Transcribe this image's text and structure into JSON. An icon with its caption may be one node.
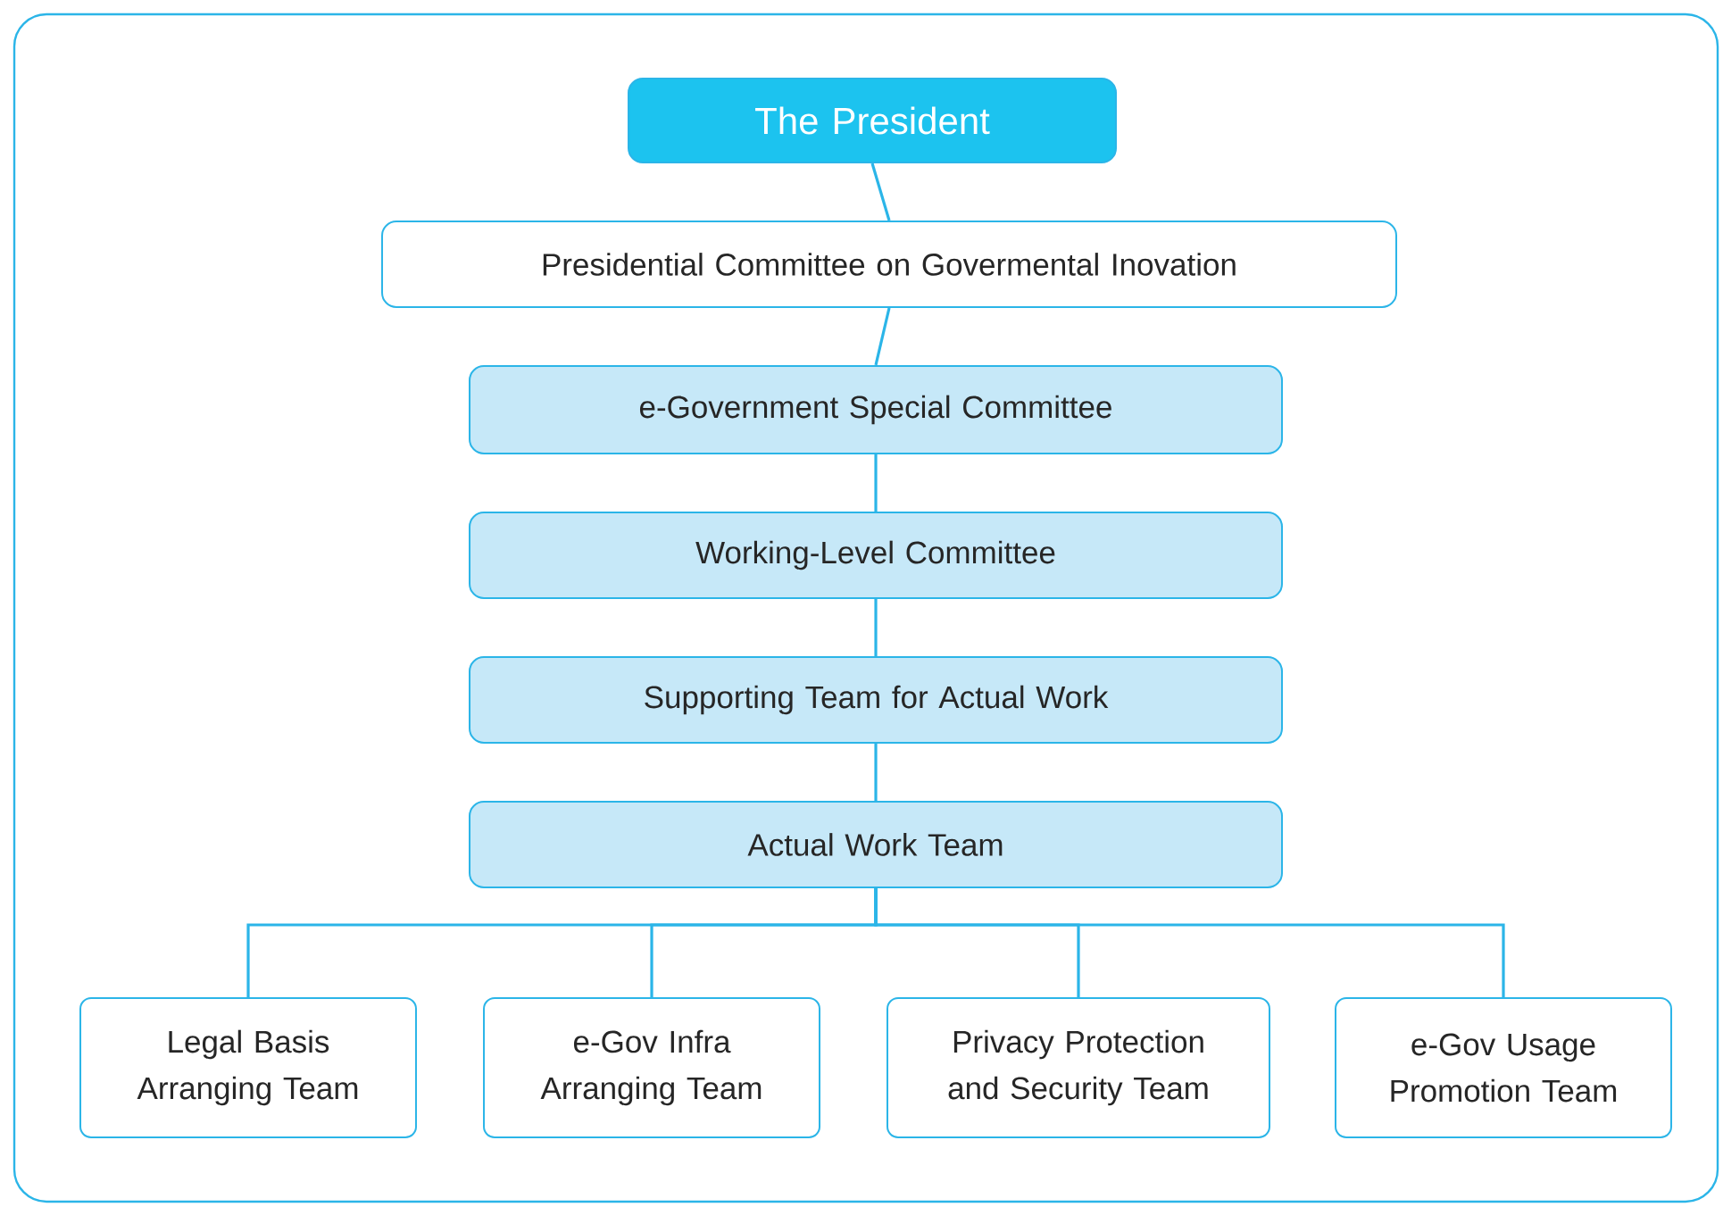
{
  "diagram": {
    "nodes": [
      {
        "text": [
          "The President"
        ]
      },
      {
        "text": [
          "Presidential Committee on Govermental Inovation"
        ]
      },
      {
        "text": [
          "e-Government Special Committee"
        ]
      },
      {
        "text": [
          "Working-Level Committee"
        ]
      },
      {
        "text": [
          "Supporting Team for Actual Work"
        ]
      },
      {
        "text": [
          "Actual Work Team"
        ]
      },
      {
        "text": [
          "Legal Basis Arranging Team"
        ]
      },
      {
        "text": [
          "e-Gov Infra Arranging Team"
        ]
      },
      {
        "text": [
          "Privacy Protection and Security Team"
        ]
      },
      {
        "text": [
          "e-Gov Usage Promotion Team"
        ]
      }
    ],
    "edges": [
      {
        "from": 0,
        "to": 1,
        "arrow": "none"
      },
      {
        "from": 1,
        "to": 2,
        "arrow": "none"
      },
      {
        "from": 2,
        "to": 3,
        "arrow": "none"
      },
      {
        "from": 3,
        "to": 4,
        "arrow": "none"
      },
      {
        "from": 4,
        "to": 5,
        "arrow": "none"
      },
      {
        "from": 5,
        "to": 6,
        "arrow": "none"
      },
      {
        "from": 5,
        "to": 7,
        "arrow": "none"
      },
      {
        "from": 5,
        "to": 8,
        "arrow": "none"
      },
      {
        "from": 5,
        "to": 9,
        "arrow": "none"
      }
    ]
  }
}
